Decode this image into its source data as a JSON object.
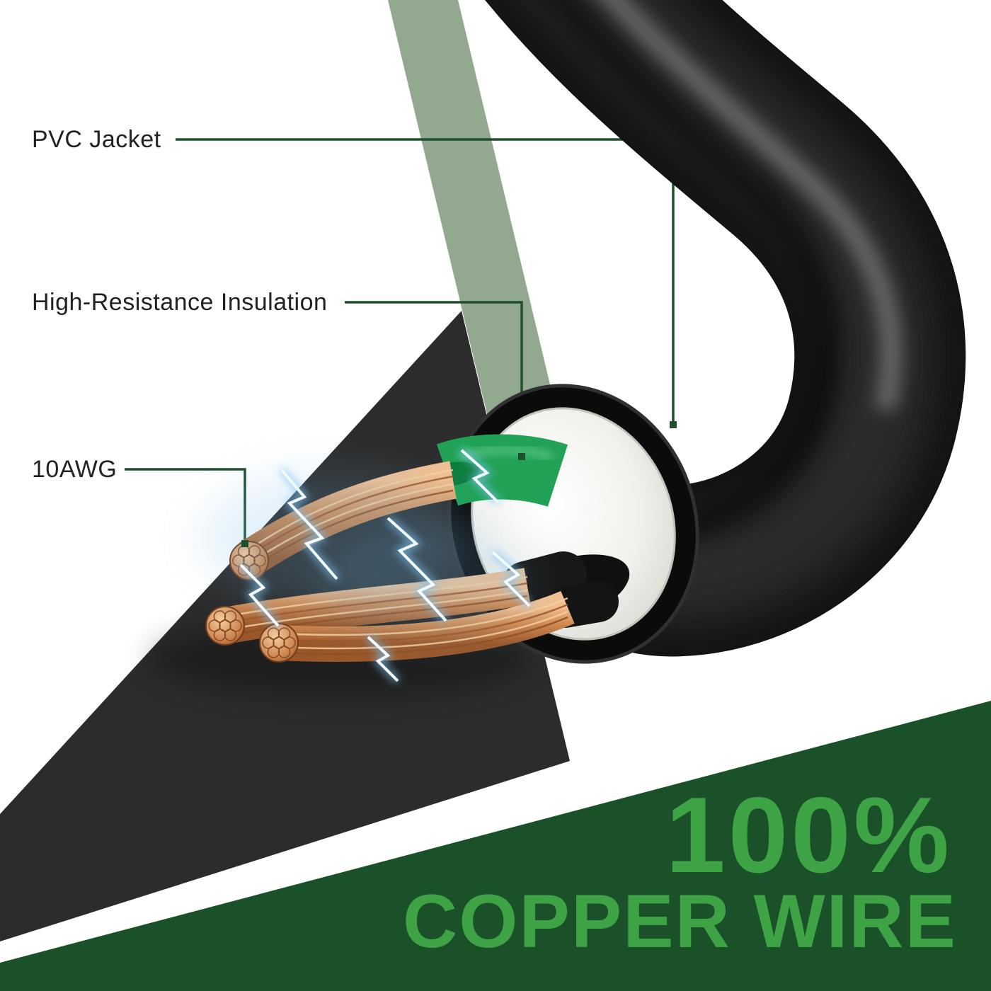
{
  "callouts": [
    {
      "label": "PVC Jacket"
    },
    {
      "label": "High-Resistance Insulation"
    },
    {
      "label": "10AWG"
    }
  ],
  "headline": {
    "line1": "100%",
    "line2": "COPPER WIRE"
  },
  "colors": {
    "accent_green": "#3da345",
    "banner_green": "#1a5129",
    "leader_green": "#1e4f2e",
    "sage": "#92a98f",
    "charcoal": "#2c2c2c",
    "text_dark": "#222222",
    "cable_black": "#131313",
    "wire_green": "#21a257",
    "copper": "#cd8653"
  }
}
